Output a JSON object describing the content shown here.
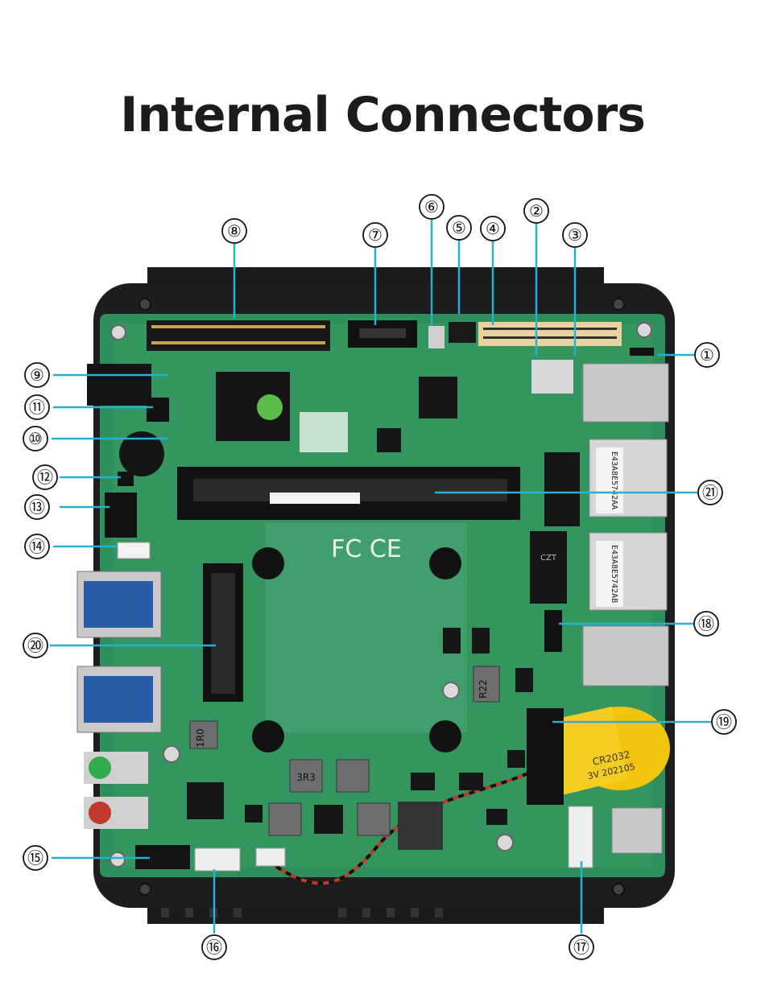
{
  "title": "Internal Connectors",
  "colors": {
    "callout_line": "#2ab0cf",
    "pcb_green": "#2f8f5b",
    "chassis": "#1d1d1f"
  },
  "callouts": [
    {
      "number": "①",
      "name": "callout-1"
    },
    {
      "number": "②",
      "name": "callout-2"
    },
    {
      "number": "③",
      "name": "callout-3"
    },
    {
      "number": "④",
      "name": "callout-4"
    },
    {
      "number": "⑤",
      "name": "callout-5"
    },
    {
      "number": "⑥",
      "name": "callout-6"
    },
    {
      "number": "⑦",
      "name": "callout-7"
    },
    {
      "number": "⑧",
      "name": "callout-8"
    },
    {
      "number": "⑨",
      "name": "callout-9"
    },
    {
      "number": "⑩",
      "name": "callout-10"
    },
    {
      "number": "⑪",
      "name": "callout-11"
    },
    {
      "number": "⑫",
      "name": "callout-12"
    },
    {
      "number": "⑬",
      "name": "callout-13"
    },
    {
      "number": "⑭",
      "name": "callout-14"
    },
    {
      "number": "⑮",
      "name": "callout-15"
    },
    {
      "number": "⑯",
      "name": "callout-16"
    },
    {
      "number": "⑰",
      "name": "callout-17"
    },
    {
      "number": "⑱",
      "name": "callout-18"
    },
    {
      "number": "⑲",
      "name": "callout-19"
    },
    {
      "number": "⑳",
      "name": "callout-20"
    },
    {
      "number": "㉑",
      "name": "callout-21"
    }
  ],
  "board_text": {
    "battery": "CR2032",
    "battery_line2": "3V 202105",
    "inductor_1": "3R3",
    "inductor_2": "R22",
    "inductor_3": "1R0",
    "barcode_1": "E43A8E5742AA",
    "barcode_2": "E43A8E5742AB",
    "lan_chip": "CZT",
    "marks": "FC CE"
  }
}
